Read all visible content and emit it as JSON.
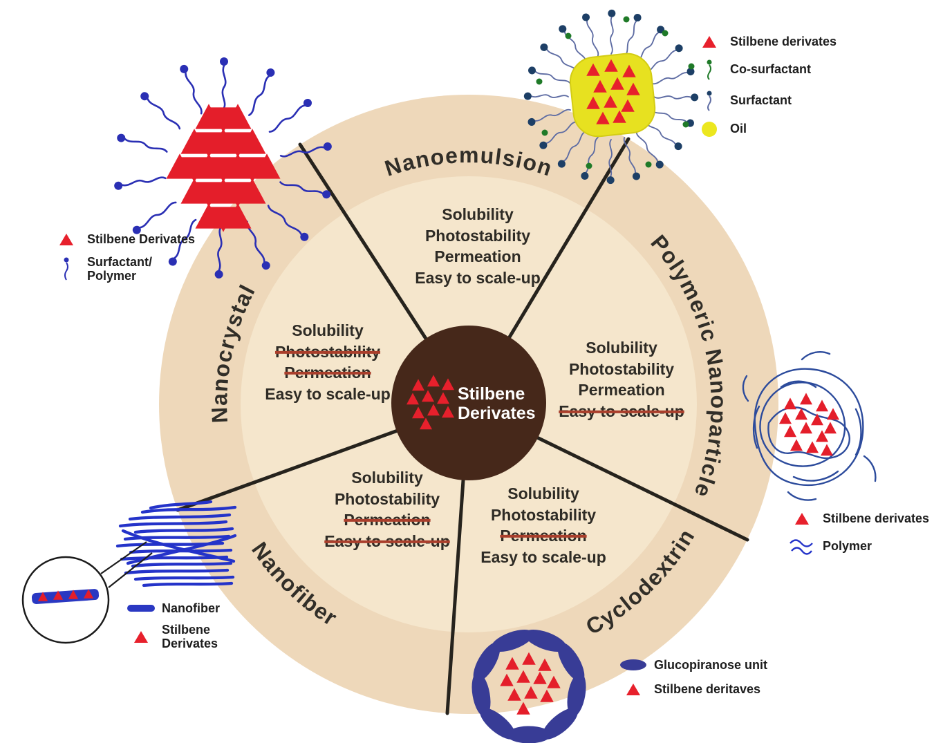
{
  "center": {
    "line1": "Stilbene",
    "line2": "Derivates"
  },
  "sectors": {
    "nanoemulsion": {
      "label": "Nanoemulsion",
      "items": [
        {
          "label": "Solubility",
          "struck": false
        },
        {
          "label": "Photostability",
          "struck": false
        },
        {
          "label": "Permeation",
          "struck": false
        },
        {
          "label": "Easy to scale-up",
          "struck": false
        }
      ]
    },
    "polymeric_nanoparticle": {
      "label": "Polymeric Nanoparticle",
      "items": [
        {
          "label": "Solubility",
          "struck": false
        },
        {
          "label": "Photostability",
          "struck": false
        },
        {
          "label": "Permeation",
          "struck": false
        },
        {
          "label": "Easy to scale-up",
          "struck": true
        }
      ]
    },
    "cyclodextrin": {
      "label": "Cyclodextrin",
      "items": [
        {
          "label": "Solubility",
          "struck": false
        },
        {
          "label": "Photostability",
          "struck": false
        },
        {
          "label": "Permeation",
          "struck": true
        },
        {
          "label": "Easy to scale-up",
          "struck": false
        }
      ]
    },
    "nanofiber": {
      "label": "Nanofiber",
      "items": [
        {
          "label": "Solubility",
          "struck": false
        },
        {
          "label": "Photostability",
          "struck": false
        },
        {
          "label": "Permeation",
          "struck": true
        },
        {
          "label": "Easy to scale-up",
          "struck": true
        }
      ]
    },
    "nanocrystal": {
      "label": "Nanocrystal",
      "items": [
        {
          "label": "Solubility",
          "struck": false
        },
        {
          "label": "Photostability",
          "struck": true
        },
        {
          "label": "Permeation",
          "struck": true
        },
        {
          "label": "Easy to scale-up",
          "struck": false
        }
      ]
    }
  },
  "legends": {
    "nanocrystal": {
      "items": [
        {
          "icon": "stilbene-triangle",
          "label": "Stilbene Derivates"
        },
        {
          "icon": "surfactant-squiggle",
          "label": "Surfactant/\nPolymer"
        }
      ]
    },
    "nanoemulsion": {
      "items": [
        {
          "icon": "stilbene-triangle",
          "label": "Stilbene derivates"
        },
        {
          "icon": "co-surfactant-squiggle",
          "label": "Co-surfactant"
        },
        {
          "icon": "surfactant-squiggle",
          "label": "Surfactant"
        },
        {
          "icon": "oil-circle",
          "label": "Oil"
        }
      ]
    },
    "polymeric_nanoparticle": {
      "items": [
        {
          "icon": "stilbene-triangle",
          "label": "Stilbene derivates"
        },
        {
          "icon": "polymer-scribble",
          "label": "Polymer"
        }
      ]
    },
    "cyclodextrin": {
      "items": [
        {
          "icon": "glucopiranose-oval",
          "label": "Glucopiranose unit"
        },
        {
          "icon": "stilbene-triangle",
          "label": "Stilbene deritaves"
        }
      ]
    },
    "nanofiber": {
      "items": [
        {
          "icon": "nanofiber-bar",
          "label": "Nanofiber"
        },
        {
          "icon": "stilbene-triangle",
          "label": "Stilbene\nDerivates"
        }
      ]
    }
  },
  "colors": {
    "wheel_outer": "#eed8ba",
    "wheel_inner": "#f5e6cc",
    "center_brown": "#46281a",
    "triangle_red": "#e7202c",
    "surfactant_blue": "#2a2fb4",
    "fiber_blue": "#2433c9",
    "polymer_navy": "#2c4b9c",
    "cyclodextrin_indigo": "#383c96",
    "oil_yellow": "#e7e120",
    "co_surfactant_green": "#1f7a28",
    "strike_red": "#aa3f2c",
    "text_dark": "#2e2b25"
  }
}
